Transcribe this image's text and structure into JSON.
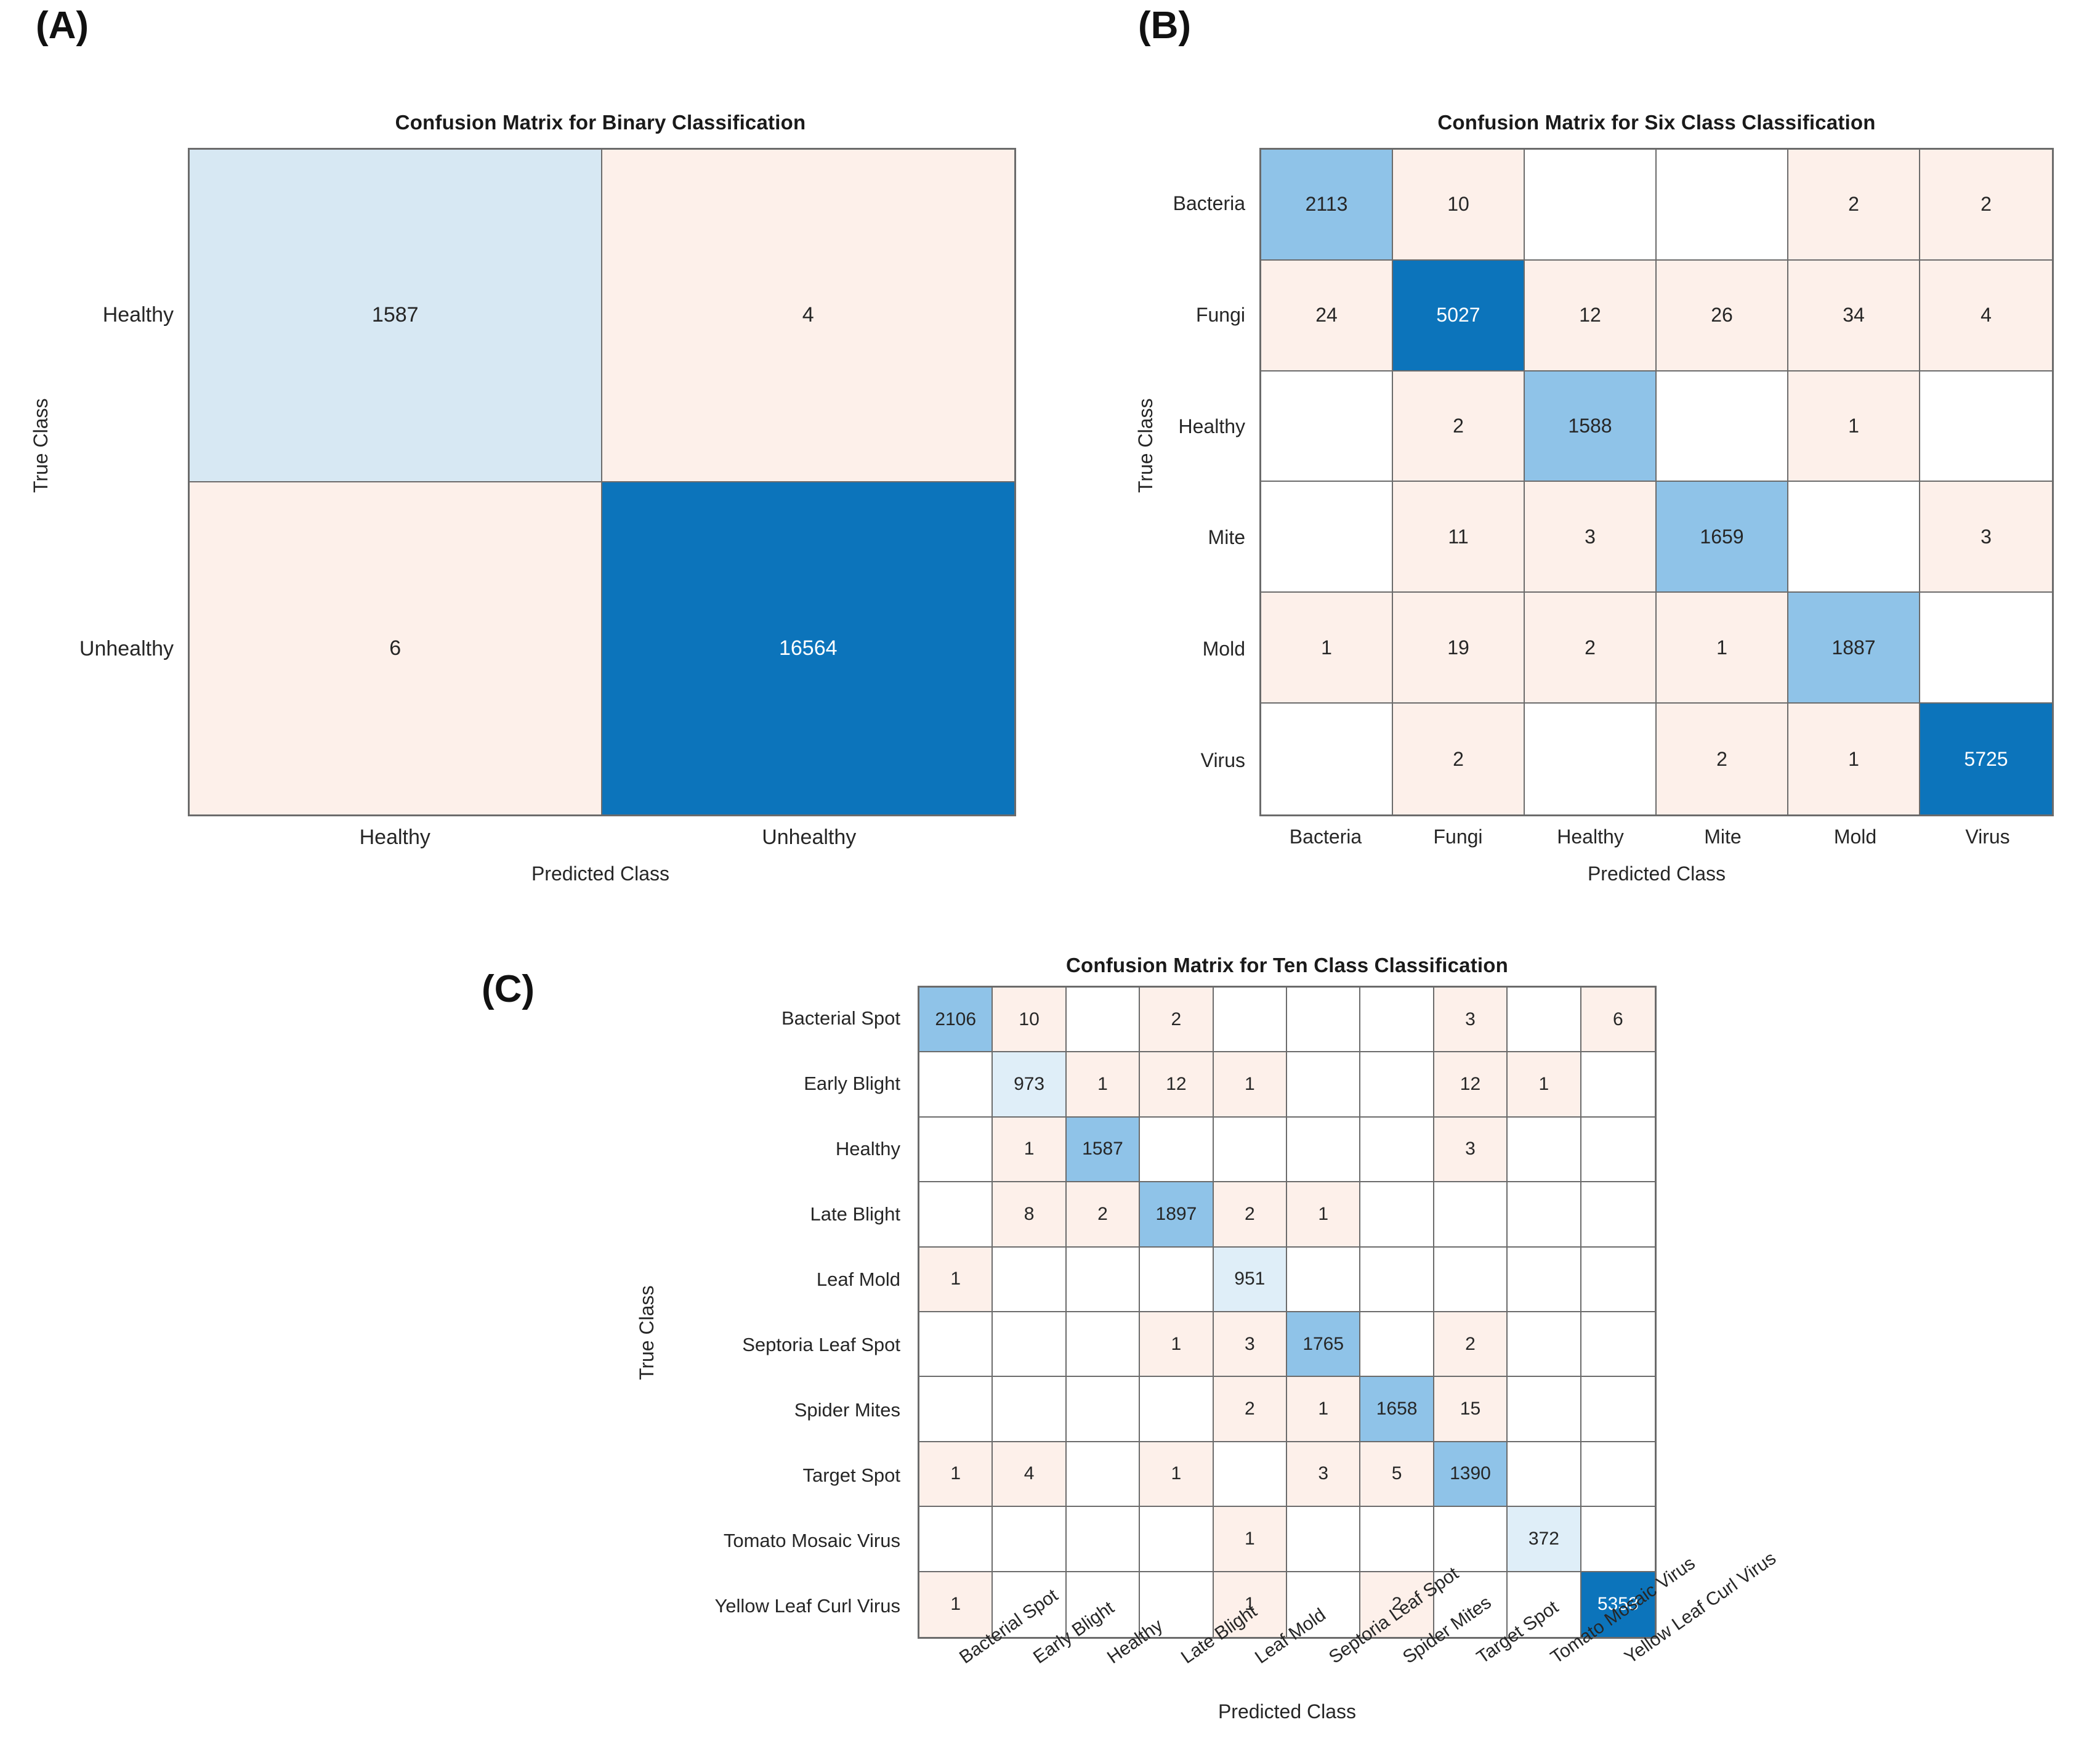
{
  "panels": [
    {
      "key": "A",
      "letter": "(A)"
    },
    {
      "key": "B",
      "letter": "(B)"
    },
    {
      "key": "C",
      "letter": "(C)"
    }
  ],
  "axis_labels": {
    "true_class": "True Class",
    "predicted_class": "Predicted Class"
  },
  "colors": {
    "dark_blue": "#0c74bb",
    "mid_blue": "#8fc3e8",
    "light_blue": "#d7e8f3",
    "pale_blue": "#dfeef8",
    "cream": "#fdf0ea",
    "white": "#ffffff",
    "grid_line": "#6b6b6b",
    "text_dark": "#262626",
    "text_light": "#ffffff"
  },
  "chart_data": [
    {
      "panel": "A",
      "type": "heatmap",
      "title": "Confusion Matrix for Binary Classification",
      "xlabel": "Predicted Class",
      "ylabel": "True Class",
      "row_labels": [
        "Healthy",
        "Unhealthy"
      ],
      "col_labels": [
        "Healthy",
        "Unhealthy"
      ],
      "matrix": [
        [
          1587,
          4
        ],
        [
          6,
          16564
        ]
      ],
      "cell_styles": [
        [
          "light_blue",
          "cream"
        ],
        [
          "cream",
          "dark_blue"
        ]
      ],
      "text_styles": [
        [
          "dark",
          "dark"
        ],
        [
          "dark",
          "light"
        ]
      ]
    },
    {
      "panel": "B",
      "type": "heatmap",
      "title": "Confusion Matrix for Six Class Classification",
      "xlabel": "Predicted Class",
      "ylabel": "True Class",
      "row_labels": [
        "Bacteria",
        "Fungi",
        "Healthy",
        "Mite",
        "Mold",
        "Virus"
      ],
      "col_labels": [
        "Bacteria",
        "Fungi",
        "Healthy",
        "Mite",
        "Mold",
        "Virus"
      ],
      "matrix": [
        [
          2113,
          10,
          "",
          "",
          2,
          2
        ],
        [
          24,
          5027,
          12,
          26,
          34,
          4
        ],
        [
          "",
          2,
          1588,
          "",
          1,
          ""
        ],
        [
          "",
          11,
          3,
          1659,
          "",
          3
        ],
        [
          1,
          19,
          2,
          1,
          1887,
          ""
        ],
        [
          "",
          2,
          "",
          2,
          1,
          5725
        ]
      ],
      "cell_styles": [
        [
          "mid_blue",
          "cream",
          "white",
          "white",
          "cream",
          "cream"
        ],
        [
          "cream",
          "dark_blue",
          "cream",
          "cream",
          "cream",
          "cream"
        ],
        [
          "white",
          "cream",
          "mid_blue",
          "white",
          "cream",
          "white"
        ],
        [
          "white",
          "cream",
          "cream",
          "mid_blue",
          "white",
          "cream"
        ],
        [
          "cream",
          "cream",
          "cream",
          "cream",
          "mid_blue",
          "white"
        ],
        [
          "white",
          "cream",
          "white",
          "cream",
          "cream",
          "dark_blue"
        ]
      ],
      "text_styles": [
        [
          "dark",
          "dark",
          "dark",
          "dark",
          "dark",
          "dark"
        ],
        [
          "dark",
          "light",
          "dark",
          "dark",
          "dark",
          "dark"
        ],
        [
          "dark",
          "dark",
          "dark",
          "dark",
          "dark",
          "dark"
        ],
        [
          "dark",
          "dark",
          "dark",
          "dark",
          "dark",
          "dark"
        ],
        [
          "dark",
          "dark",
          "dark",
          "dark",
          "dark",
          "dark"
        ],
        [
          "dark",
          "dark",
          "dark",
          "dark",
          "dark",
          "light"
        ]
      ]
    },
    {
      "panel": "C",
      "type": "heatmap",
      "title": "Confusion Matrix for Ten Class Classification",
      "xlabel": "Predicted Class",
      "ylabel": "True Class",
      "row_labels": [
        "Bacterial Spot",
        "Early Blight",
        "Healthy",
        "Late Blight",
        "Leaf Mold",
        "Septoria Leaf Spot",
        "Spider Mites",
        "Target Spot",
        "Tomato Mosaic Virus",
        "Yellow Leaf Curl Virus"
      ],
      "col_labels": [
        "Bacterial Spot",
        "Early Blight",
        "Healthy",
        "Late Blight",
        "Leaf Mold",
        "Septoria Leaf Spot",
        "Spider Mites",
        "Target Spot",
        "Tomato Mosaic Virus",
        "Yellow Leaf Curl Virus"
      ],
      "matrix": [
        [
          2106,
          10,
          "",
          2,
          "",
          "",
          "",
          3,
          "",
          6
        ],
        [
          "",
          973,
          1,
          12,
          1,
          "",
          "",
          12,
          1,
          ""
        ],
        [
          "",
          1,
          1587,
          "",
          "",
          "",
          "",
          3,
          "",
          ""
        ],
        [
          "",
          8,
          2,
          1897,
          2,
          1,
          "",
          "",
          "",
          ""
        ],
        [
          1,
          "",
          "",
          "",
          951,
          "",
          "",
          "",
          "",
          ""
        ],
        [
          "",
          "",
          "",
          1,
          3,
          1765,
          "",
          2,
          "",
          ""
        ],
        [
          "",
          "",
          "",
          "",
          2,
          1,
          1658,
          15,
          "",
          ""
        ],
        [
          1,
          4,
          "",
          1,
          "",
          3,
          5,
          1390,
          "",
          ""
        ],
        [
          "",
          "",
          "",
          "",
          1,
          "",
          "",
          "",
          372,
          ""
        ],
        [
          1,
          "",
          "",
          "",
          1,
          "",
          2,
          "",
          "",
          5353
        ]
      ],
      "cell_styles": [
        [
          "mid_blue",
          "cream",
          "white",
          "cream",
          "white",
          "white",
          "white",
          "cream",
          "white",
          "cream"
        ],
        [
          "white",
          "pale_blue",
          "cream",
          "cream",
          "cream",
          "white",
          "white",
          "cream",
          "cream",
          "white"
        ],
        [
          "white",
          "cream",
          "mid_blue",
          "white",
          "white",
          "white",
          "white",
          "cream",
          "white",
          "white"
        ],
        [
          "white",
          "cream",
          "cream",
          "mid_blue",
          "cream",
          "cream",
          "white",
          "white",
          "white",
          "white"
        ],
        [
          "cream",
          "white",
          "white",
          "white",
          "pale_blue",
          "white",
          "white",
          "white",
          "white",
          "white"
        ],
        [
          "white",
          "white",
          "white",
          "cream",
          "cream",
          "mid_blue",
          "white",
          "cream",
          "white",
          "white"
        ],
        [
          "white",
          "white",
          "white",
          "white",
          "cream",
          "cream",
          "mid_blue",
          "cream",
          "white",
          "white"
        ],
        [
          "cream",
          "cream",
          "white",
          "cream",
          "white",
          "cream",
          "cream",
          "mid_blue",
          "white",
          "white"
        ],
        [
          "white",
          "white",
          "white",
          "white",
          "cream",
          "white",
          "white",
          "white",
          "pale_blue",
          "white"
        ],
        [
          "cream",
          "white",
          "white",
          "white",
          "cream",
          "white",
          "cream",
          "white",
          "white",
          "dark_blue"
        ]
      ],
      "text_styles": [
        [
          "dark",
          "dark",
          "dark",
          "dark",
          "dark",
          "dark",
          "dark",
          "dark",
          "dark",
          "dark"
        ],
        [
          "dark",
          "dark",
          "dark",
          "dark",
          "dark",
          "dark",
          "dark",
          "dark",
          "dark",
          "dark"
        ],
        [
          "dark",
          "dark",
          "dark",
          "dark",
          "dark",
          "dark",
          "dark",
          "dark",
          "dark",
          "dark"
        ],
        [
          "dark",
          "dark",
          "dark",
          "dark",
          "dark",
          "dark",
          "dark",
          "dark",
          "dark",
          "dark"
        ],
        [
          "dark",
          "dark",
          "dark",
          "dark",
          "dark",
          "dark",
          "dark",
          "dark",
          "dark",
          "dark"
        ],
        [
          "dark",
          "dark",
          "dark",
          "dark",
          "dark",
          "dark",
          "dark",
          "dark",
          "dark",
          "dark"
        ],
        [
          "dark",
          "dark",
          "dark",
          "dark",
          "dark",
          "dark",
          "dark",
          "dark",
          "dark",
          "dark"
        ],
        [
          "dark",
          "dark",
          "dark",
          "dark",
          "dark",
          "dark",
          "dark",
          "dark",
          "dark",
          "dark"
        ],
        [
          "dark",
          "dark",
          "dark",
          "dark",
          "dark",
          "dark",
          "dark",
          "dark",
          "dark",
          "dark"
        ],
        [
          "dark",
          "dark",
          "dark",
          "dark",
          "dark",
          "dark",
          "dark",
          "dark",
          "dark",
          "light"
        ]
      ]
    }
  ]
}
